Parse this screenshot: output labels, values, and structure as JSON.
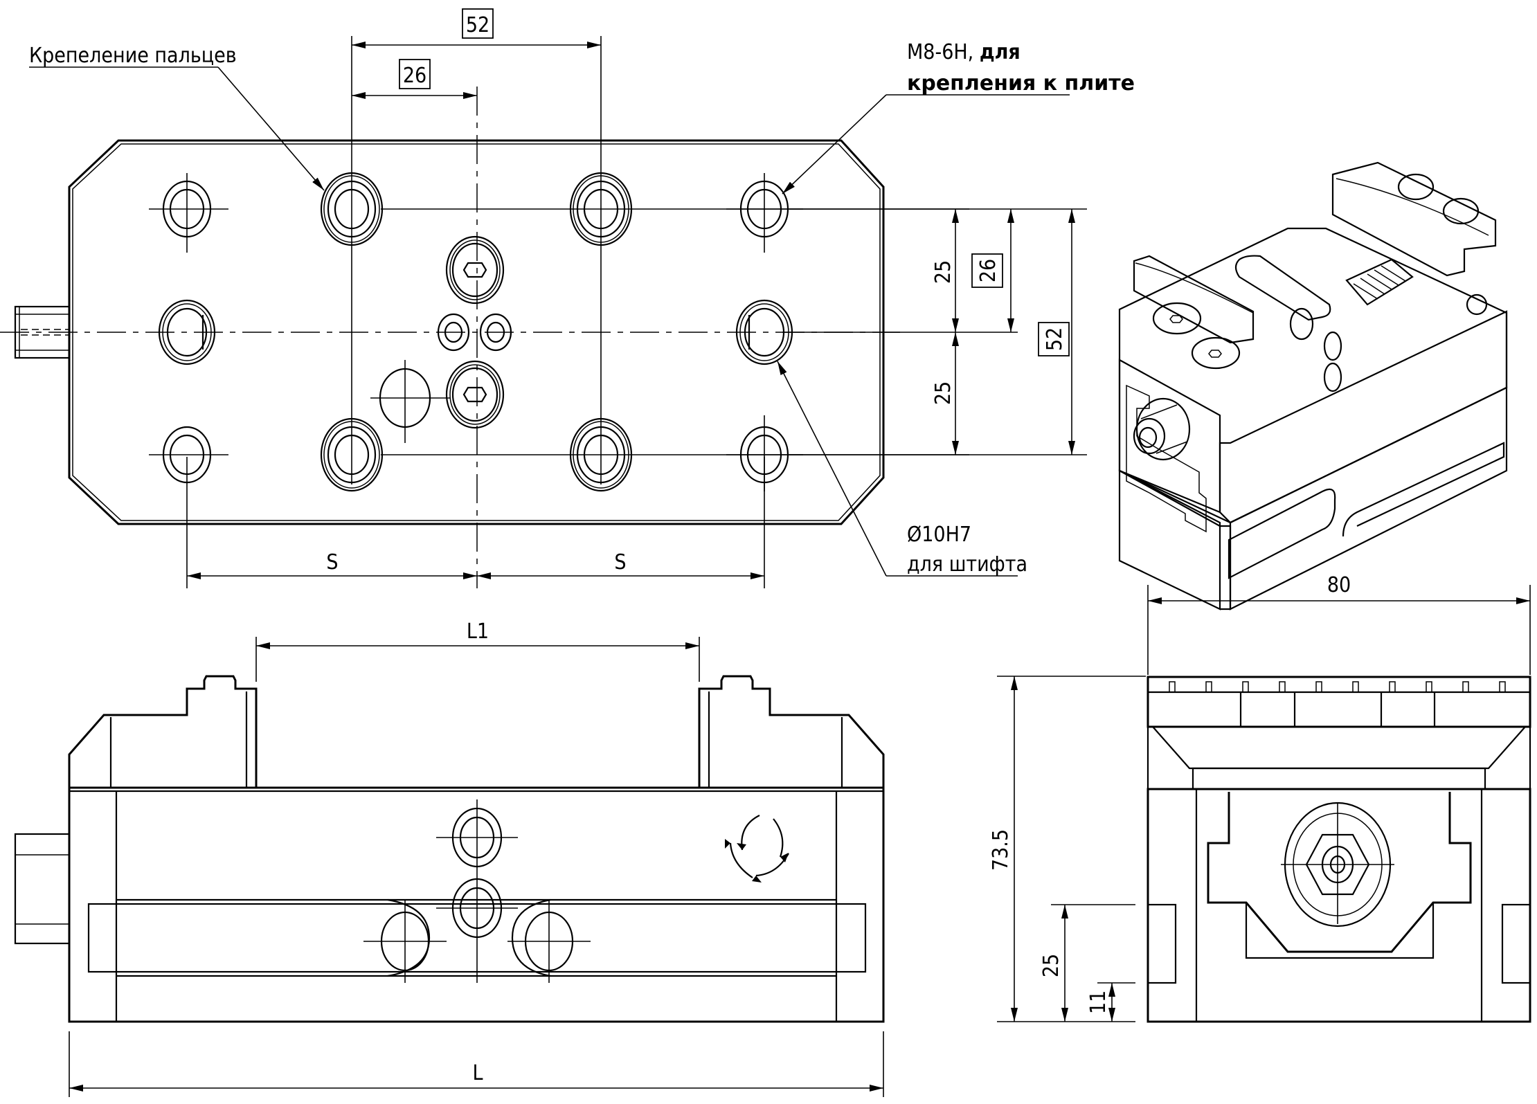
{
  "drawing": {
    "subject": "Machine vise (тиски) technical drawing",
    "views": [
      "top-view",
      "isometric-view",
      "front-view",
      "side-view"
    ]
  },
  "annotations": {
    "finger_mount": "Крепеление пальцев",
    "thread_line1": "М8-6Н,",
    "thread_line1_bold": "для",
    "thread_line2": "крепления к плите",
    "pin_line1": "Ø10Н7",
    "pin_line2": "для штифта"
  },
  "dimensions": {
    "top_view": {
      "basic_52_horizontal": "52",
      "basic_26_horizontal": "26",
      "vertical_25_upper": "25",
      "vertical_25_lower": "25",
      "basic_26_vertical": "26",
      "basic_52_vertical": "52",
      "s_left": "S",
      "s_right": "S"
    },
    "front_view": {
      "jaw_opening": "L1",
      "overall_length": "L"
    },
    "side_view": {
      "width": "80",
      "height": "73.5",
      "slot_height": "25",
      "slot_offset": "11"
    }
  }
}
